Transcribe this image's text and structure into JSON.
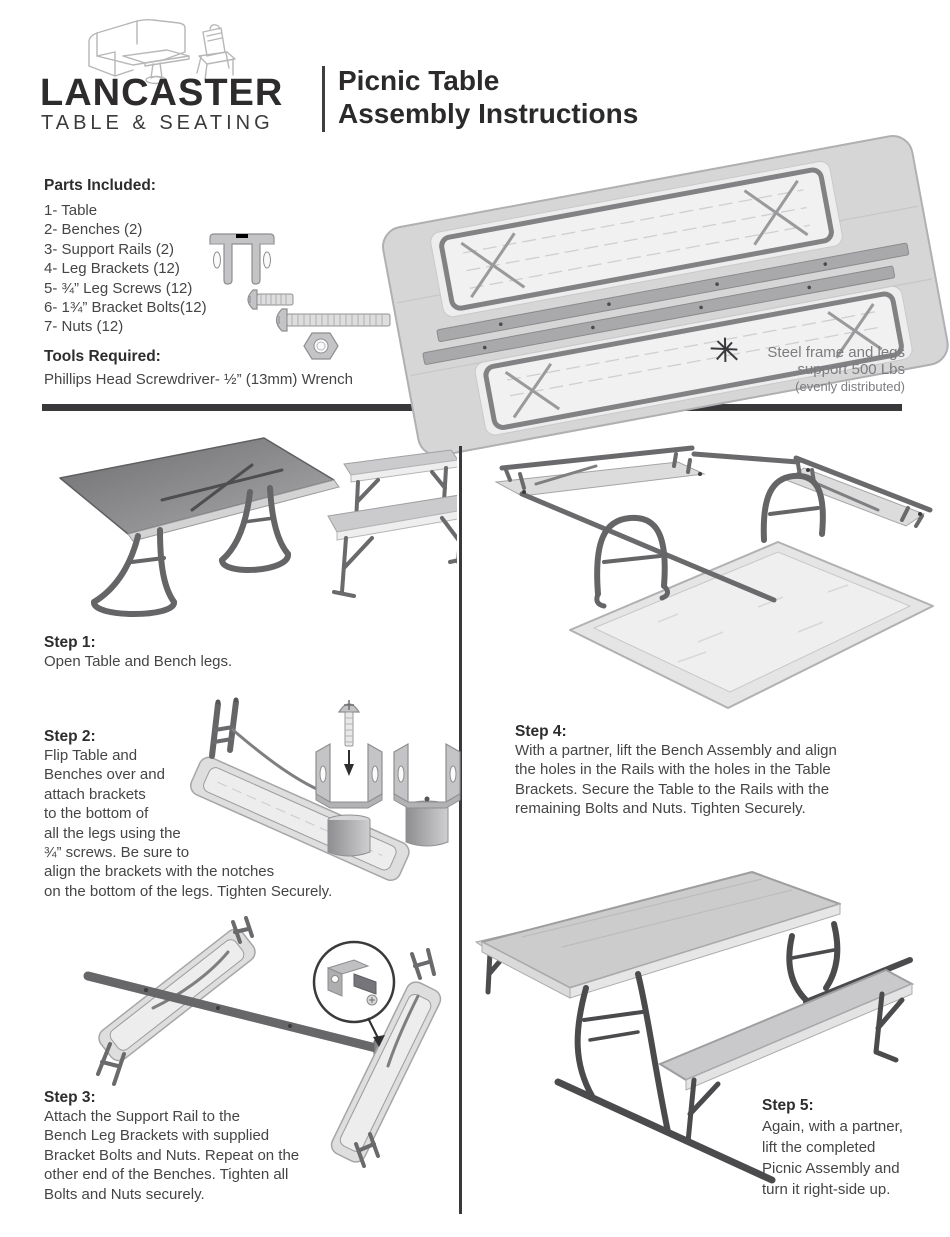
{
  "header": {
    "brand_name": "LANCASTER",
    "brand_tagline": "TABLE & SEATING",
    "doc_title_line1": "Picnic Table",
    "doc_title_line2": "Assembly Instructions"
  },
  "parts": {
    "heading": "Parts Included:",
    "items": [
      "1- Table",
      "2- Benches (2)",
      "3- Support Rails (2)",
      "4- Leg Brackets (12)",
      "5- ¾” Leg Screws (12)",
      "6- 1¾” Bracket Bolts(12)",
      "7- Nuts (12)"
    ]
  },
  "tools": {
    "heading": "Tools Required:",
    "text": "Phillips Head Screwdriver- ½” (13mm) Wrench"
  },
  "capacity_note": {
    "lines": [
      "Steel frame and legs",
      "support 500 Lbs",
      "(evenly distributed)"
    ]
  },
  "steps": [
    {
      "heading": "Step 1:",
      "lines": [
        "Open Table and Bench legs."
      ]
    },
    {
      "heading": "Step 2:",
      "lines": [
        "Flip Table and",
        "Benches over and",
        "attach brackets",
        "to the bottom of",
        "all the legs using the",
        "¾” screws. Be sure to",
        "align the brackets with the notches",
        "on the bottom of the legs. Tighten Securely."
      ]
    },
    {
      "heading": "Step 3:",
      "lines": [
        "Attach the Support Rail to the",
        "Bench Leg Brackets with supplied",
        "Bracket Bolts and Nuts. Repeat on the",
        "other end of the Benches. Tighten all",
        "Bolts and Nuts securely."
      ]
    },
    {
      "heading": "Step 4:",
      "lines": [
        "With a partner, lift the Bench Assembly and align",
        "the holes in the Rails with the holes in the Table",
        "Brackets. Secure the Table to the Rails with the",
        "remaining Bolts and Nuts. Tighten Securely."
      ]
    },
    {
      "heading": "Step 5:",
      "lines": [
        "Again, with a partner,",
        "lift the completed",
        "Picnic Assembly and",
        "turn it right-side up."
      ]
    }
  ],
  "illustrations": {
    "logo": "corner-booth-table-and-chair-sketch",
    "part_icons": [
      "leg-bracket",
      "leg-screw",
      "bracket-bolt",
      "nut"
    ],
    "hero": "folded-picnic-table-with-packed-benches-and-rails",
    "step1": "open-table-and-bench-legs",
    "step2": "upside-down-bench-with-bracket-and-screw-detail",
    "step3": "benches-connected-by-support-rail-with-bolt-detail",
    "step4": "bench-assembly-on-upside-down-table",
    "step5": "completed-picnic-table"
  },
  "colors": {
    "heading_text": "#2e2c2d",
    "body_text": "#454547",
    "note_text": "#7b7c7f",
    "divider": "#39393b"
  }
}
